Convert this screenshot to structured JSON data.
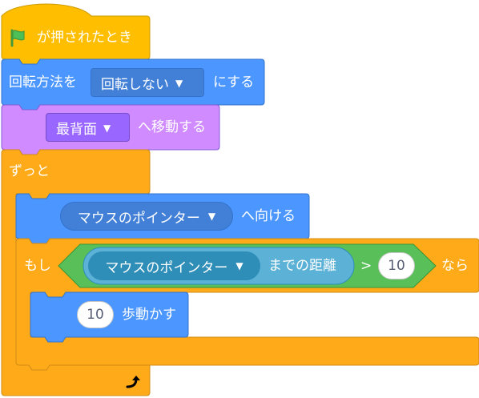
{
  "hat": {
    "label": "が押されたとき",
    "icon": "green-flag-icon"
  },
  "rotation": {
    "prefix": "回転方法を",
    "dropdown": "回転しない",
    "suffix": "にする"
  },
  "layer": {
    "dropdown": "最背面",
    "suffix": "へ移動する"
  },
  "forever": {
    "label": "ずっと",
    "icon": "loop-arrow-icon"
  },
  "point": {
    "dropdown": "マウスのポインター",
    "suffix": "へ向ける"
  },
  "if_block": {
    "prefix": "もし",
    "suffix": "なら",
    "condition": {
      "operator": ">",
      "distance_dropdown": "マウスのポインター",
      "distance_suffix": "までの距離",
      "value": "10"
    }
  },
  "move": {
    "value": "10",
    "suffix": "歩動かす"
  },
  "colors": {
    "events": "#ffbf00",
    "motion": "#4c97ff",
    "looks": "#9966ff",
    "control": "#ffab19",
    "operators": "#59c059",
    "sensing": "#5cb1d6"
  }
}
